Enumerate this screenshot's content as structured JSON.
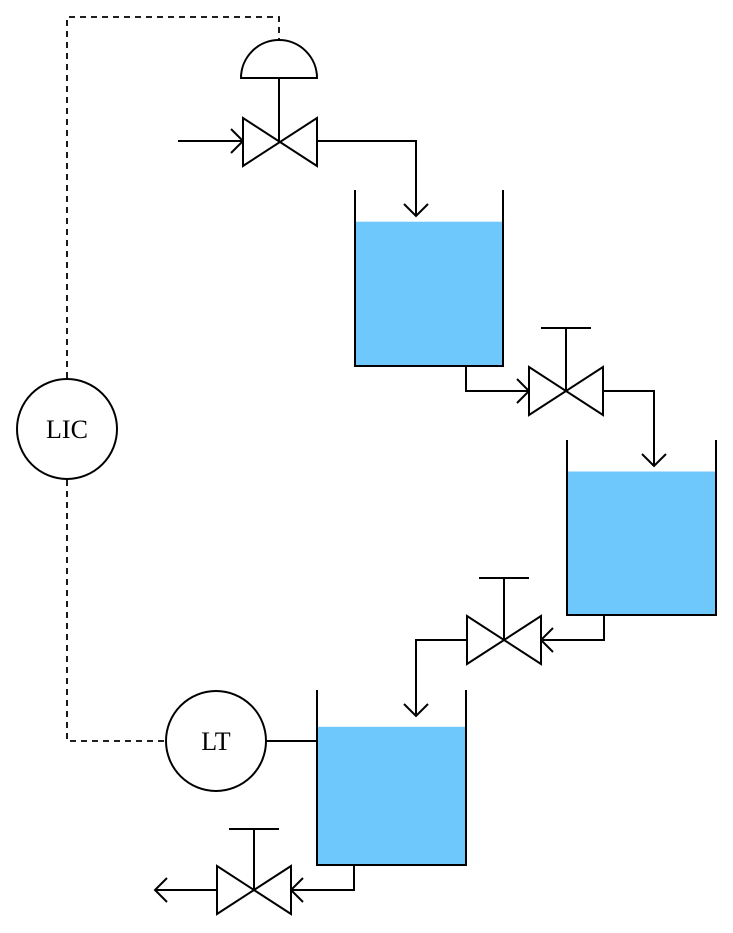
{
  "colors": {
    "liquid": "#6ec8fc",
    "line": "#000000",
    "background": "#ffffff"
  },
  "instruments": {
    "controller_label": "LIC",
    "transmitter_label": "LT"
  },
  "tanks": [
    {
      "name": "tank-1",
      "level": 0.82
    },
    {
      "name": "tank-2",
      "level": 0.82
    },
    {
      "name": "tank-3",
      "level": 0.79
    }
  ],
  "valves": [
    {
      "name": "control-valve",
      "actuator": "diaphragm"
    },
    {
      "name": "manual-valve-1",
      "actuator": "handwheel"
    },
    {
      "name": "manual-valve-2",
      "actuator": "handwheel"
    },
    {
      "name": "manual-valve-3",
      "actuator": "handwheel"
    }
  ]
}
